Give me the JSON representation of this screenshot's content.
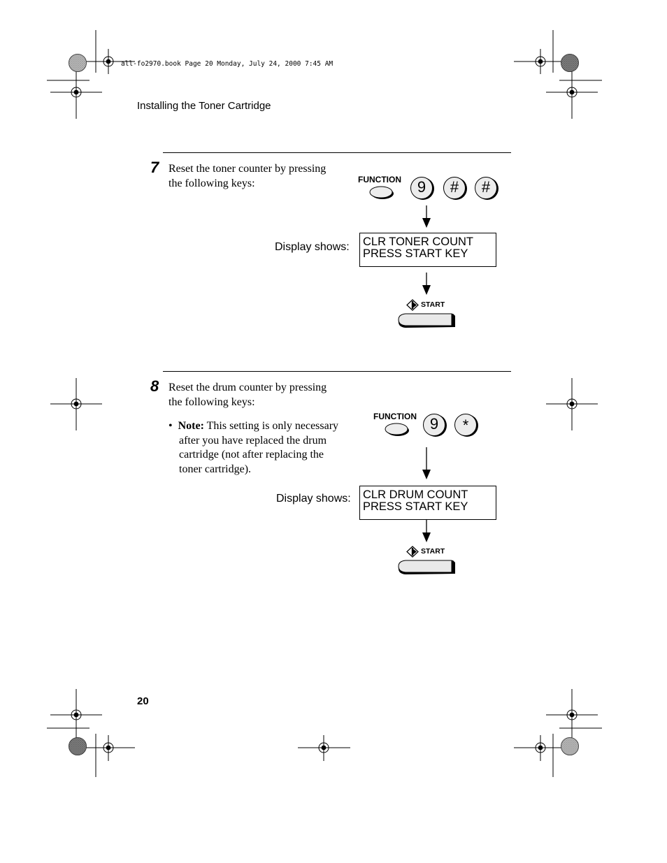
{
  "slug": "all-fo2970.book  Page 20  Monday, July 24, 2000  7:45 AM",
  "header": {
    "title": "Installing the Toner Cartridge"
  },
  "step7": {
    "number": "7",
    "line1": "Reset the toner counter by pressing",
    "line2": "the following keys:",
    "function_label": "FUNCTION",
    "keys": [
      "9",
      "#",
      "#"
    ],
    "display_label": "Display shows:",
    "lcd_line1": "CLR TONER COUNT",
    "lcd_line2": "PRESS START KEY",
    "start_label": "START"
  },
  "step8": {
    "number": "8",
    "line1": "Reset the drum counter by pressing",
    "line2": "the following keys:",
    "note_label": "Note:",
    "note_line1": " This setting is only necessary",
    "note_line2": "after you have replaced the drum",
    "note_line3": "cartridge (not after replacing the",
    "note_line4": "toner cartridge).",
    "function_label": "FUNCTION",
    "keys": [
      "9",
      "*"
    ],
    "display_label": "Display shows:",
    "lcd_line1": "CLR DRUM COUNT",
    "lcd_line2": "PRESS START KEY",
    "start_label": "START"
  },
  "footer": {
    "page_number": "20"
  }
}
